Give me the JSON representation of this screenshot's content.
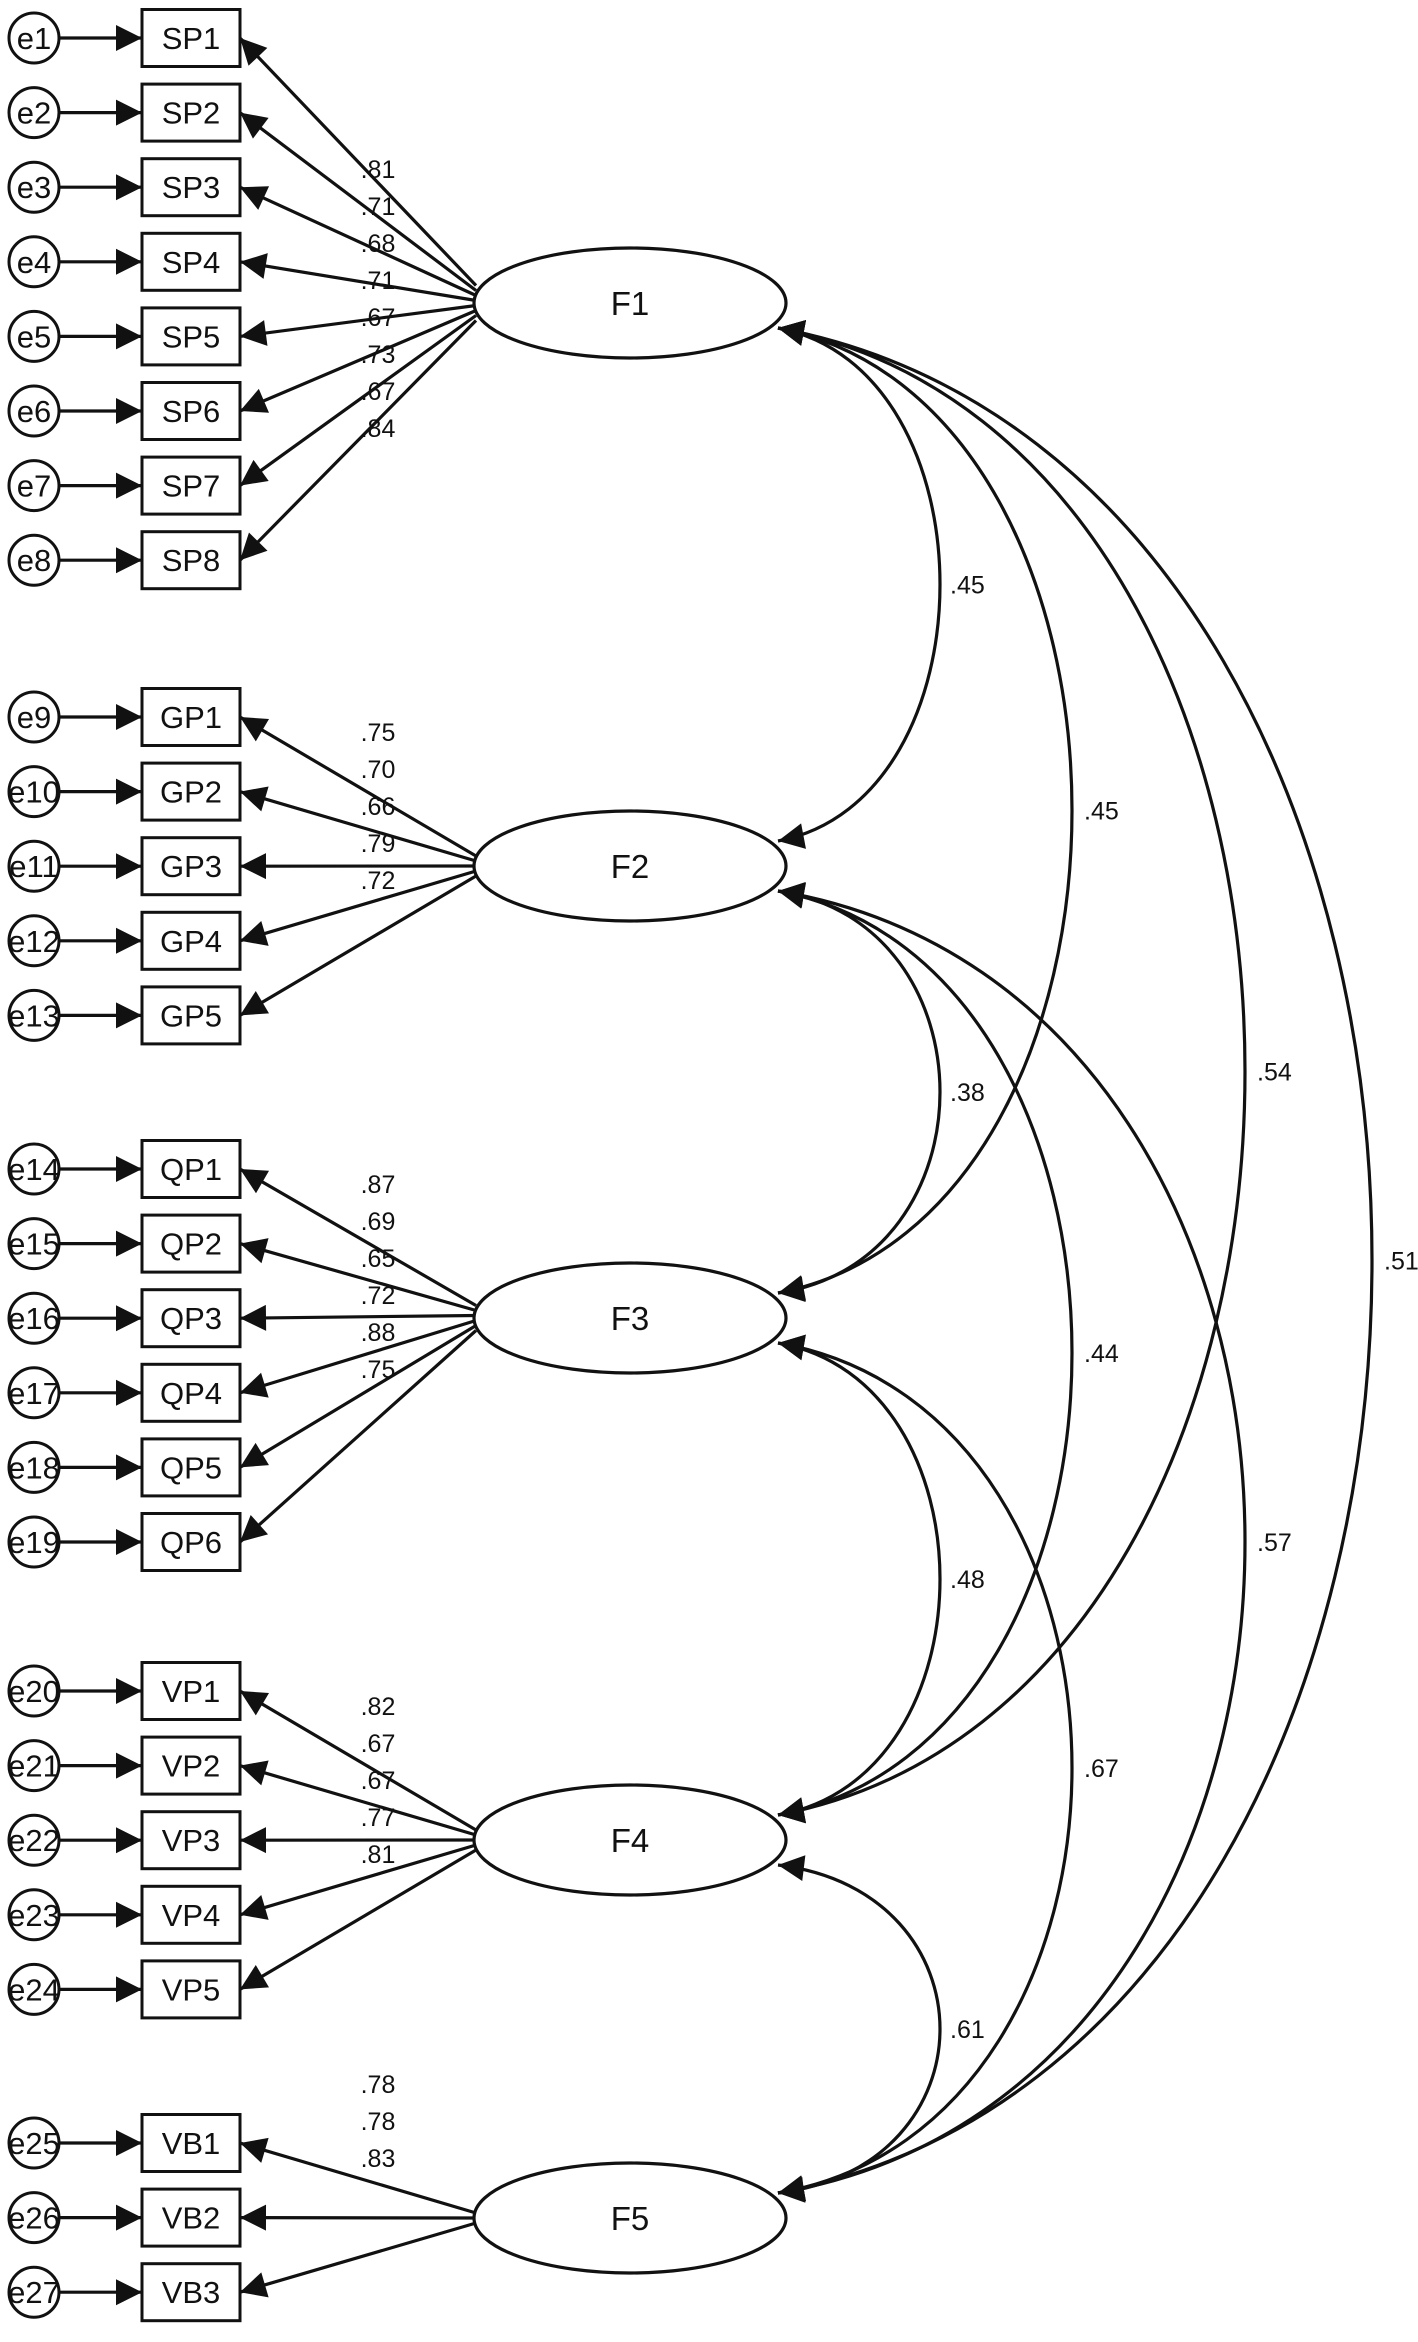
{
  "factors": [
    {
      "name": "F1",
      "indicators": [
        {
          "name": "SP1",
          "error": "e1",
          "loading": ".81"
        },
        {
          "name": "SP2",
          "error": "e2",
          "loading": ".71"
        },
        {
          "name": "SP3",
          "error": "e3",
          "loading": ".68"
        },
        {
          "name": "SP4",
          "error": "e4",
          "loading": ".71"
        },
        {
          "name": "SP5",
          "error": "e5",
          "loading": ".67"
        },
        {
          "name": "SP6",
          "error": "e6",
          "loading": ".73"
        },
        {
          "name": "SP7",
          "error": "e7",
          "loading": ".67"
        },
        {
          "name": "SP8",
          "error": "e8",
          "loading": ".84"
        }
      ]
    },
    {
      "name": "F2",
      "indicators": [
        {
          "name": "GP1",
          "error": "e9",
          "loading": ".75"
        },
        {
          "name": "GP2",
          "error": "e10",
          "loading": ".70"
        },
        {
          "name": "GP3",
          "error": "e11",
          "loading": ".66"
        },
        {
          "name": "GP4",
          "error": "e12",
          "loading": ".79"
        },
        {
          "name": "GP5",
          "error": "e13",
          "loading": ".72"
        }
      ]
    },
    {
      "name": "F3",
      "indicators": [
        {
          "name": "QP1",
          "error": "e14",
          "loading": ".87"
        },
        {
          "name": "QP2",
          "error": "e15",
          "loading": ".69"
        },
        {
          "name": "QP3",
          "error": "e16",
          "loading": ".65"
        },
        {
          "name": "QP4",
          "error": "e17",
          "loading": ".72"
        },
        {
          "name": "QP5",
          "error": "e18",
          "loading": ".88"
        },
        {
          "name": "QP6",
          "error": "e19",
          "loading": ".75"
        }
      ]
    },
    {
      "name": "F4",
      "indicators": [
        {
          "name": "VP1",
          "error": "e20",
          "loading": ".82"
        },
        {
          "name": "VP2",
          "error": "e21",
          "loading": ".67"
        },
        {
          "name": "VP3",
          "error": "e22",
          "loading": ".67"
        },
        {
          "name": "VP4",
          "error": "e23",
          "loading": ".77"
        },
        {
          "name": "VP5",
          "error": "e24",
          "loading": ".81"
        }
      ]
    },
    {
      "name": "F5",
      "indicators": [
        {
          "name": "VB1",
          "error": "e25",
          "loading": ".78"
        },
        {
          "name": "VB2",
          "error": "e26",
          "loading": ".78"
        },
        {
          "name": "VB3",
          "error": "e27",
          "loading": ".83"
        }
      ]
    }
  ],
  "correlations": [
    {
      "from": "F1",
      "to": "F2",
      "value": ".45"
    },
    {
      "from": "F1",
      "to": "F3",
      "value": ".45"
    },
    {
      "from": "F1",
      "to": "F4",
      "value": ".54"
    },
    {
      "from": "F1",
      "to": "F5",
      "value": ".51"
    },
    {
      "from": "F2",
      "to": "F3",
      "value": ".38"
    },
    {
      "from": "F2",
      "to": "F4",
      "value": ".44"
    },
    {
      "from": "F2",
      "to": "F5",
      "value": ".57"
    },
    {
      "from": "F3",
      "to": "F4",
      "value": ".48"
    },
    {
      "from": "F3",
      "to": "F5",
      "value": ".67"
    },
    {
      "from": "F4",
      "to": "F5",
      "value": ".61"
    }
  ],
  "style": {
    "ink": "#111111",
    "background": "#ffffff"
  }
}
